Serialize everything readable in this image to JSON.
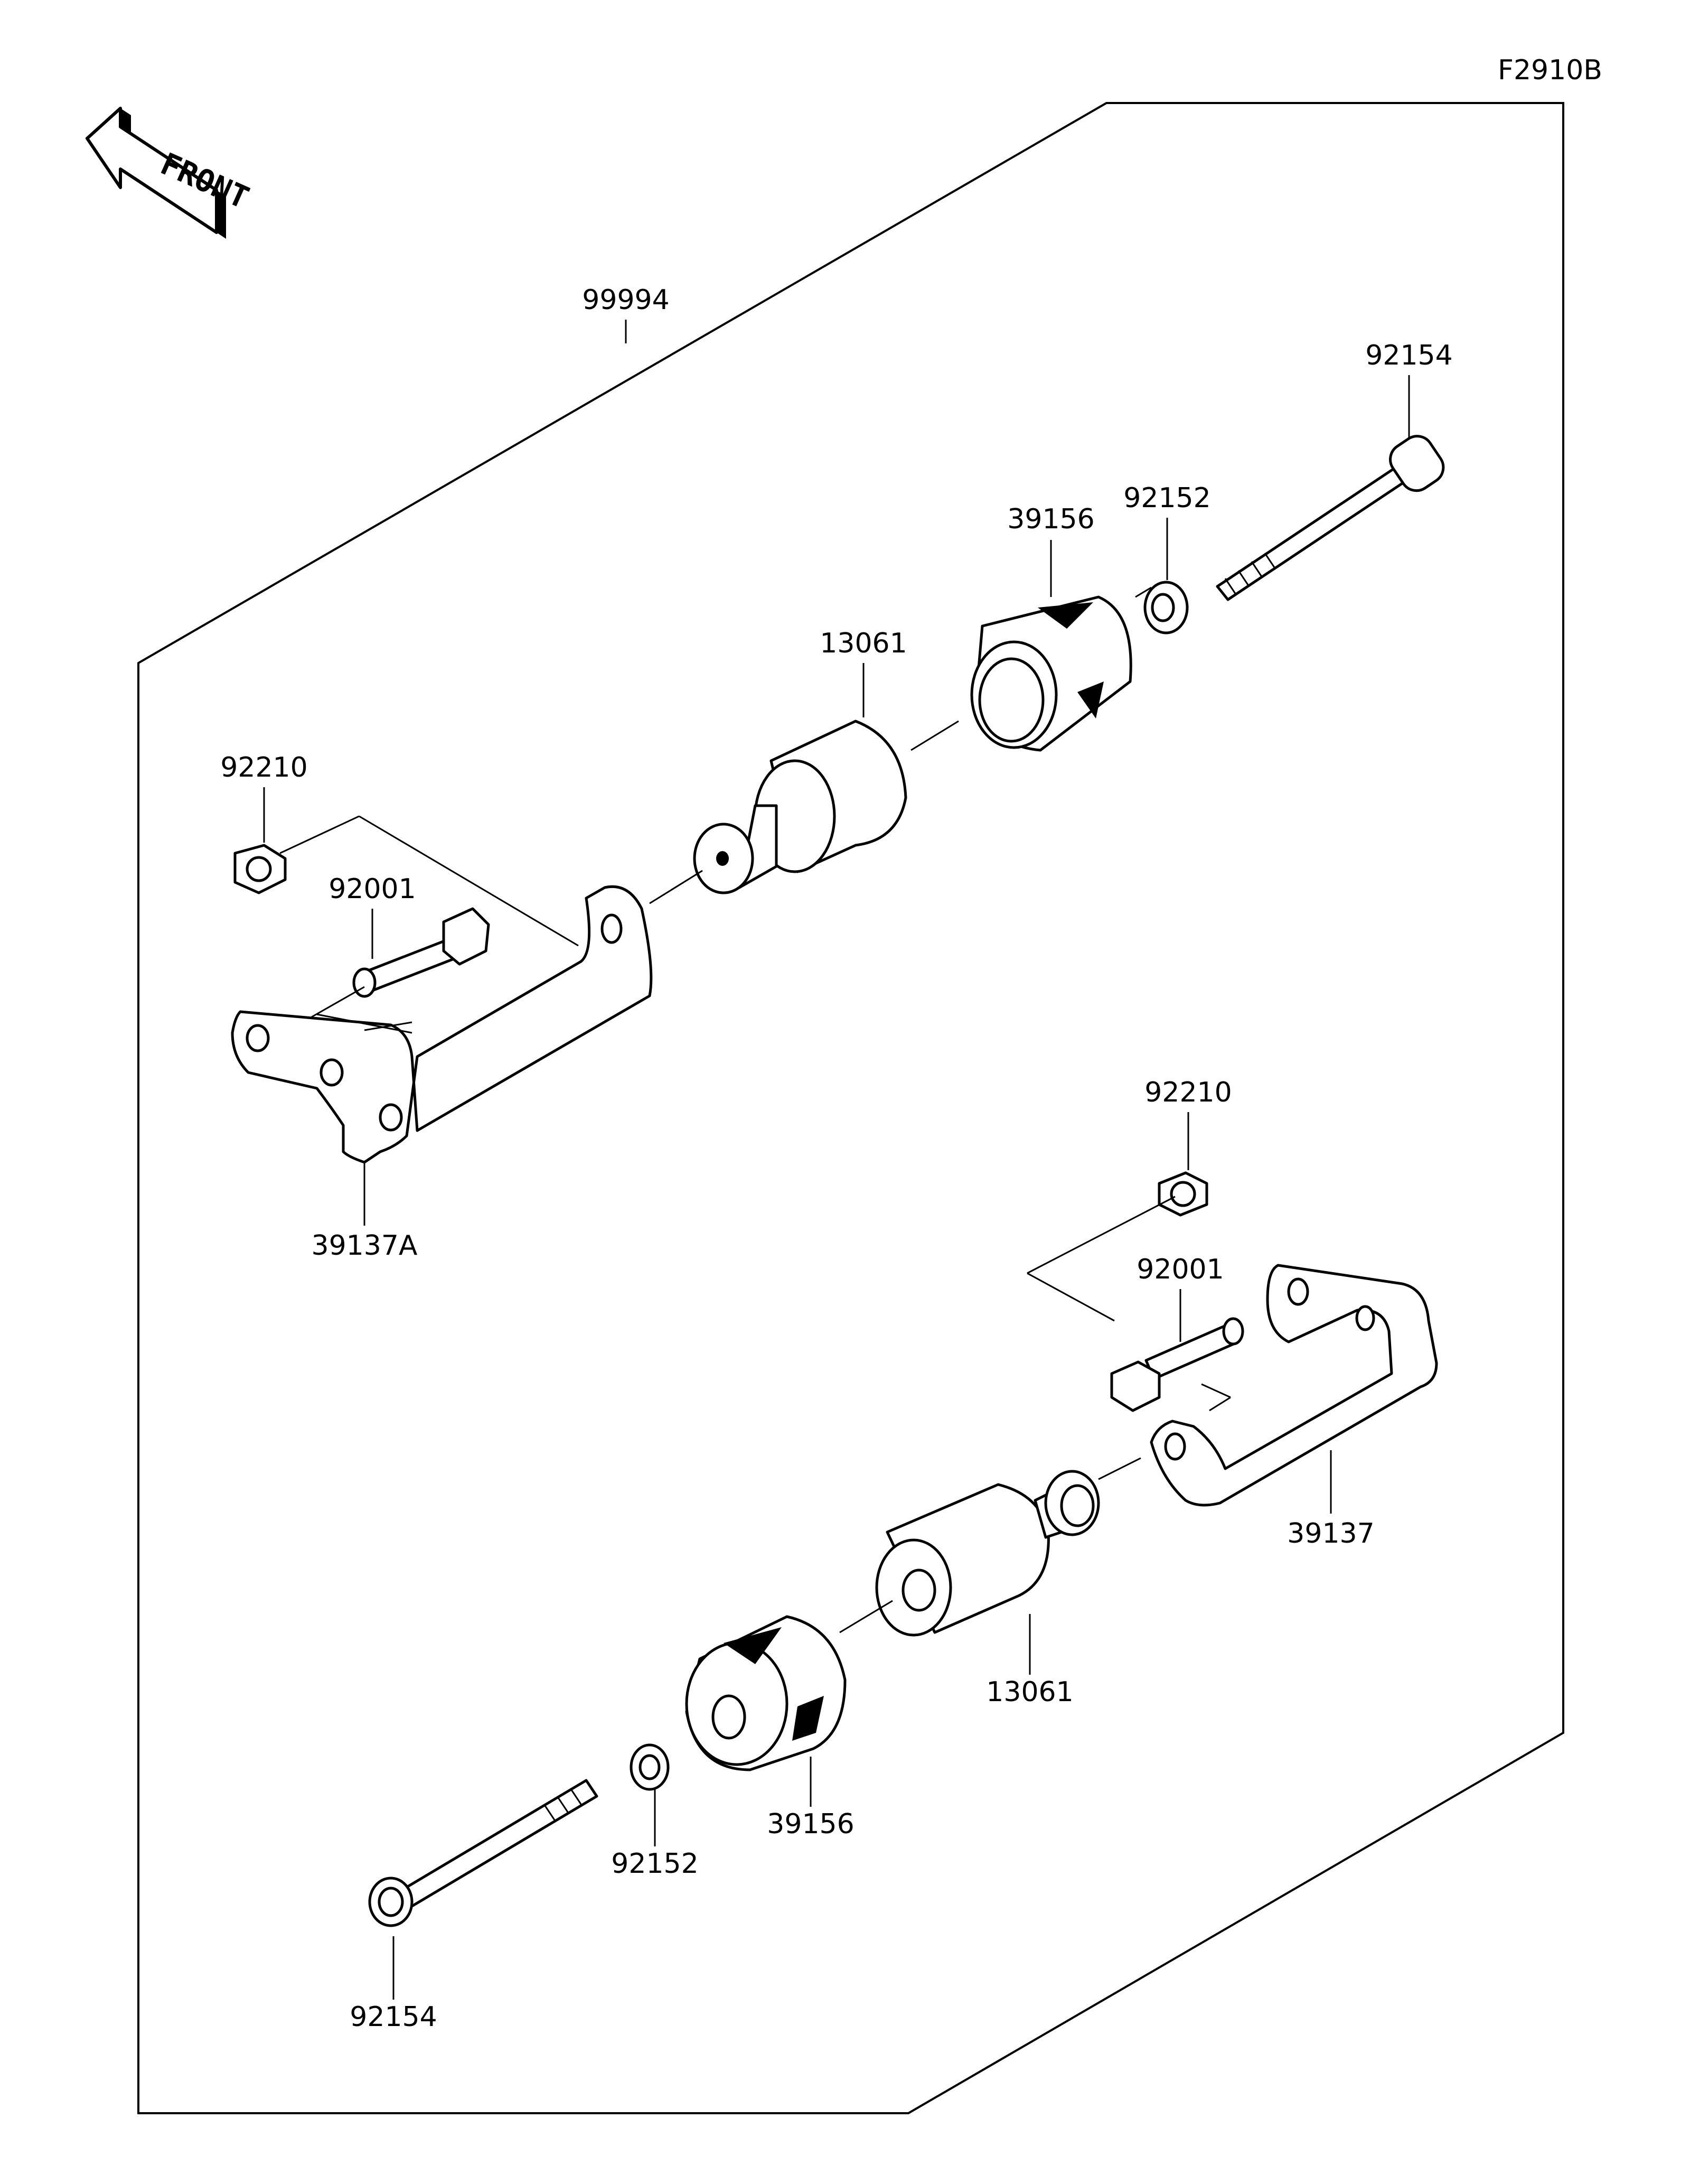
{
  "diagram": {
    "figure_code": "F2910B",
    "front_label": "FRONT",
    "callouts": {
      "kit": "99994",
      "upper_bolt": "92154",
      "upper_collar": "92152",
      "upper_slider": "39156",
      "upper_rubber": "13061",
      "upper_nut": "92210",
      "upper_bracket_bolt": "92001",
      "upper_bracket": "39137A",
      "lower_nut": "92210",
      "lower_bracket_bolt": "92001",
      "lower_bracket": "39137",
      "lower_rubber": "13061",
      "lower_slider": "39156",
      "lower_collar": "92152",
      "lower_bolt": "92154"
    }
  }
}
